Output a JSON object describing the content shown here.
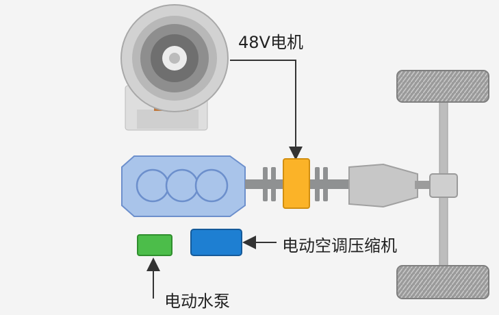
{
  "labels": {
    "motor": "48V电机",
    "ac_compressor": "电动空调压缩机",
    "water_pump": "电动水泵"
  },
  "colors": {
    "background": "#f4f4f4",
    "engine_fill": "#a9c4ea",
    "engine_stroke": "#6c8fcc",
    "motor_module": "#fbb328",
    "ac_compressor": "#1e7fd2",
    "water_pump": "#4cbd4a",
    "shaft": "#8f9192",
    "gearbox": "#c7c7c7",
    "tire": "#9a9a9a",
    "arrow": "#333333"
  },
  "icons": {
    "motor_photo": "electric-motor-icon",
    "engine": "engine-block-icon",
    "wheel": "tire-icon"
  }
}
